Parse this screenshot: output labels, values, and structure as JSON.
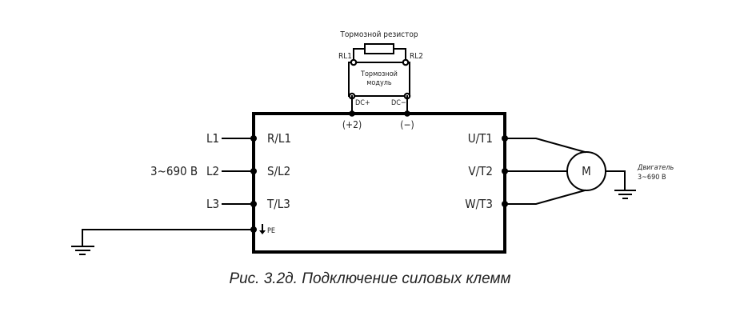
{
  "diagram": {
    "brake_resistor": {
      "title": "Тормозной резистор",
      "left_terminal": "RL1",
      "right_terminal": "RL2"
    },
    "brake_module": {
      "line1": "Тормозной",
      "line2": "модуль",
      "dc_plus": "DC+",
      "dc_minus": "DC−"
    },
    "dc_bus": {
      "plus_label": "(+2)",
      "minus_label": "(−)"
    },
    "supply": {
      "label": "3~690 В",
      "lines": [
        "L1",
        "L2",
        "L3"
      ]
    },
    "input_terminals": [
      "R/L1",
      "S/L2",
      "T/L3"
    ],
    "pe_label": "PE",
    "output_terminals": [
      "U/T1",
      "V/T2",
      "W/T3"
    ],
    "motor": {
      "symbol": "M",
      "label_line1": "Двигатель",
      "label_line2": "3~690 В"
    }
  },
  "caption": "Рис. 3.2д. Подключение силовых клемм",
  "colors": {
    "line": "#000000",
    "text": "#222222",
    "background": "#ffffff"
  }
}
